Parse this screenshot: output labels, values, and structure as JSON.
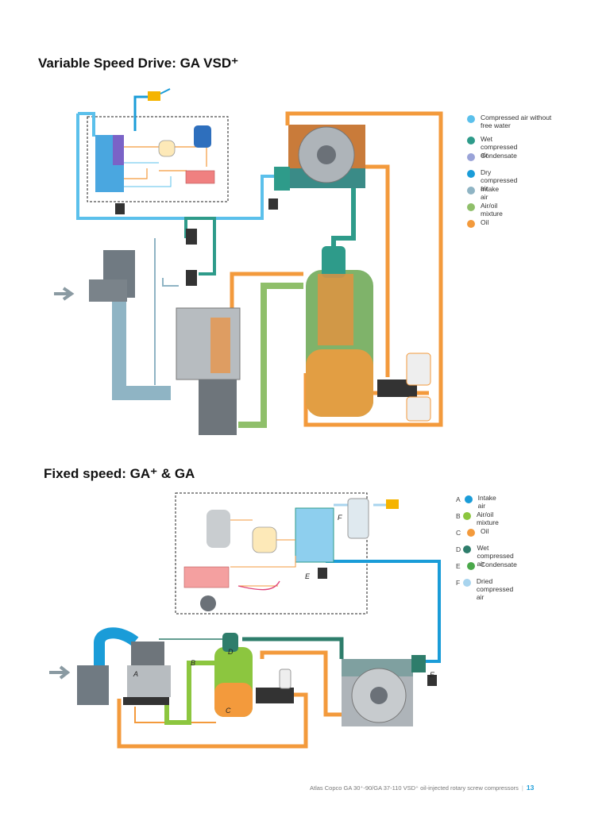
{
  "colors": {
    "compressed_air_no_water": "#5bc0eb",
    "wet_compressed_air": "#2e9b8a",
    "condensate": "#9aa3d8",
    "dry_compressed_air": "#1a9cd8",
    "intake_air": "#8fb4c4",
    "air_oil_mixture": "#8fbf6a",
    "oil": "#f39a3c"
  },
  "section1": {
    "title": "Variable Speed Drive: GA VSD⁺",
    "legend": [
      {
        "label": "Compressed air without free water",
        "color": "#5bc0eb"
      },
      {
        "label": "Wet compressed air",
        "color": "#2e9b8a"
      },
      {
        "label": "Condensate",
        "color": "#9aa3d8"
      },
      {
        "label": "Dry compressed air",
        "color": "#1a9cd8"
      },
      {
        "label": "Intake air",
        "color": "#8fb4c4"
      },
      {
        "label": "Air/oil mixture",
        "color": "#8fbf6a"
      },
      {
        "label": "Oil",
        "color": "#f39a3c"
      }
    ]
  },
  "section2": {
    "title": "Fixed speed: GA⁺ & GA",
    "legend": [
      {
        "letter": "A",
        "label": "Intake air",
        "color": "#1a9cd8"
      },
      {
        "letter": "B",
        "label": "Air/oil mixture",
        "color": "#8cc63f"
      },
      {
        "letter": "C",
        "label": "Oil",
        "color": "#f39a3c"
      },
      {
        "letter": "D",
        "label": "Wet compressed air",
        "color": "#2e7d6b"
      },
      {
        "letter": "E",
        "label": "Condensate",
        "color": "#4aa84a"
      },
      {
        "letter": "F",
        "label": "Dried compressed air",
        "color": "#a8d4ee"
      }
    ],
    "diagram_labels": {
      "a": "A",
      "b": "B",
      "c": "C",
      "d": "D",
      "e": "E",
      "e2": "E",
      "f": "F"
    }
  },
  "footer": {
    "caption": "Atlas Copco GA 30⁺-90/GA 37-110 VSD⁺ oil-injected rotary screw compressors",
    "page": "13"
  }
}
